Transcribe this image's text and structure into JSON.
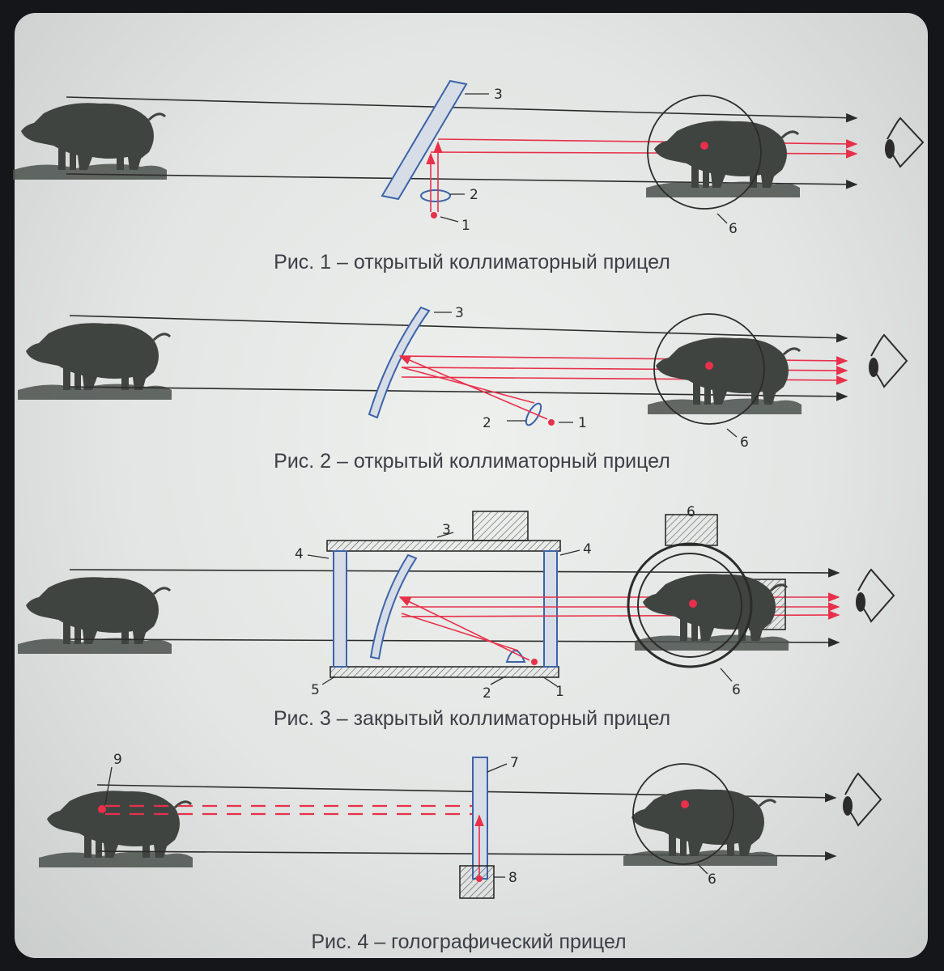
{
  "figures": [
    {
      "caption": "Рис. 1 – открытый коллиматорный прицел",
      "labels": [
        "1",
        "2",
        "3",
        "6"
      ]
    },
    {
      "caption": "Рис. 2 – открытый коллиматорный прицел",
      "labels": [
        "1",
        "2",
        "3",
        "6"
      ]
    },
    {
      "caption": "Рис. 3 – закрытый коллиматорный прицел",
      "labels": [
        "1",
        "2",
        "3",
        "4",
        "4",
        "5",
        "6",
        "6"
      ]
    },
    {
      "caption": "Рис. 4 – голографический прицел",
      "labels": [
        "6",
        "7",
        "8",
        "9"
      ]
    }
  ],
  "colors": {
    "ray": "#2b2b2b",
    "laser": "#e8304a",
    "glass": "#3c63a8",
    "boar": "#3f4441"
  }
}
